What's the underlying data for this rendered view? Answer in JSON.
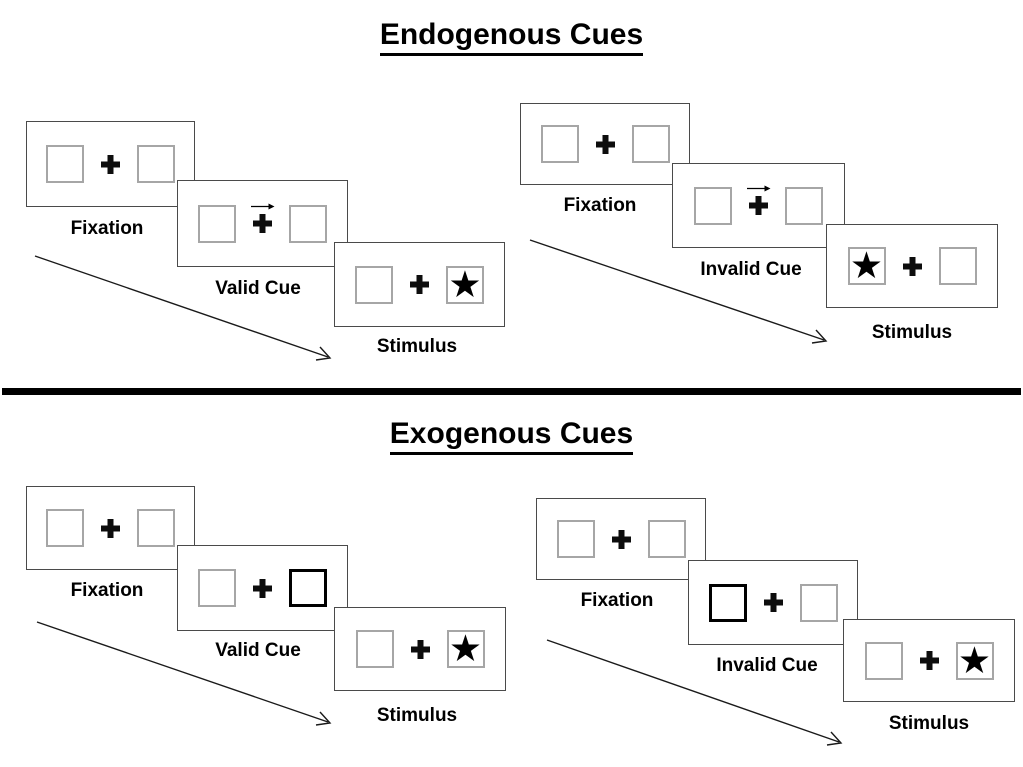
{
  "glyphs": {
    "star": "★"
  },
  "colors": {
    "ink": "#000000",
    "panel_border": "#4a4a4a",
    "box_border": "#a6a6a6",
    "background": "#ffffff"
  },
  "endogenous": {
    "title": "Endogenous Cues",
    "valid": {
      "fixation": "Fixation",
      "cue": "Valid Cue",
      "stimulus": "Stimulus"
    },
    "invalid": {
      "fixation": "Fixation",
      "cue": "Invalid Cue",
      "stimulus": "Stimulus"
    }
  },
  "exogenous": {
    "title": "Exogenous Cues",
    "valid": {
      "fixation": "Fixation",
      "cue": "Valid Cue",
      "stimulus": "Stimulus"
    },
    "invalid": {
      "fixation": "Fixation",
      "cue": "Invalid Cue",
      "stimulus": "Stimulus"
    }
  }
}
